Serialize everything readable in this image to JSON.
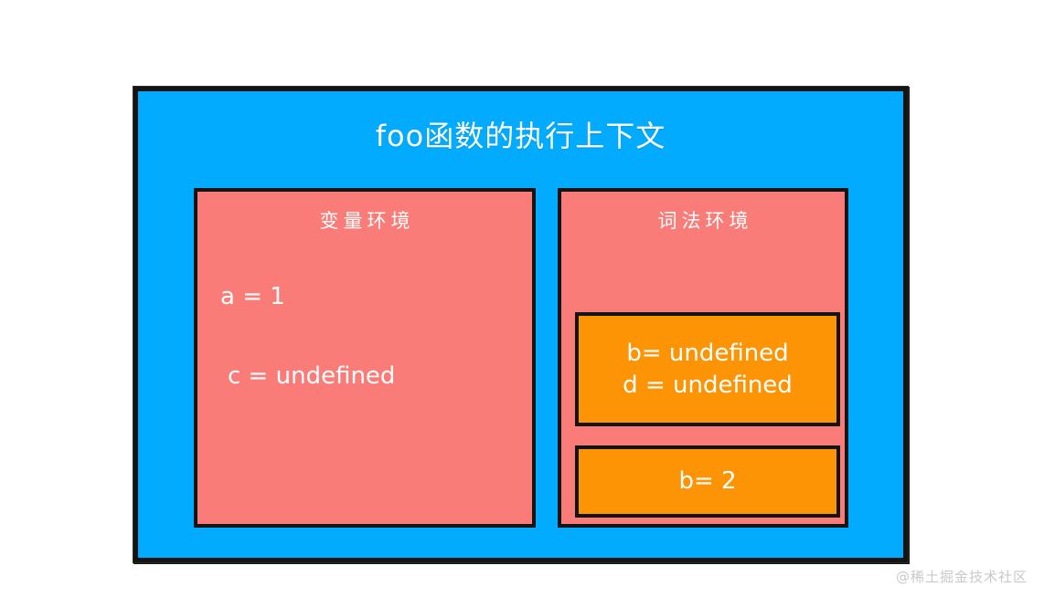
{
  "diagram": {
    "title": "foo函数的执行上下文",
    "colors": {
      "outer_box": "#02abfd",
      "environment_panel": "#fa7c78",
      "binding_box": "#fc9406",
      "border": "#141414",
      "text": "#ffffff",
      "background": "#ffffff",
      "watermark": "#c9c9c9"
    },
    "variable_environment": {
      "title": "变量环境",
      "entries": [
        "a = 1",
        "c = undefined"
      ]
    },
    "lexical_environment": {
      "title": "词法环境",
      "binding_boxes": [
        {
          "lines": [
            "b= undefined",
            "d = undefined"
          ]
        },
        {
          "lines": [
            "b= 2"
          ]
        }
      ]
    }
  },
  "watermark": {
    "text": "@稀土掘金技术社区"
  }
}
